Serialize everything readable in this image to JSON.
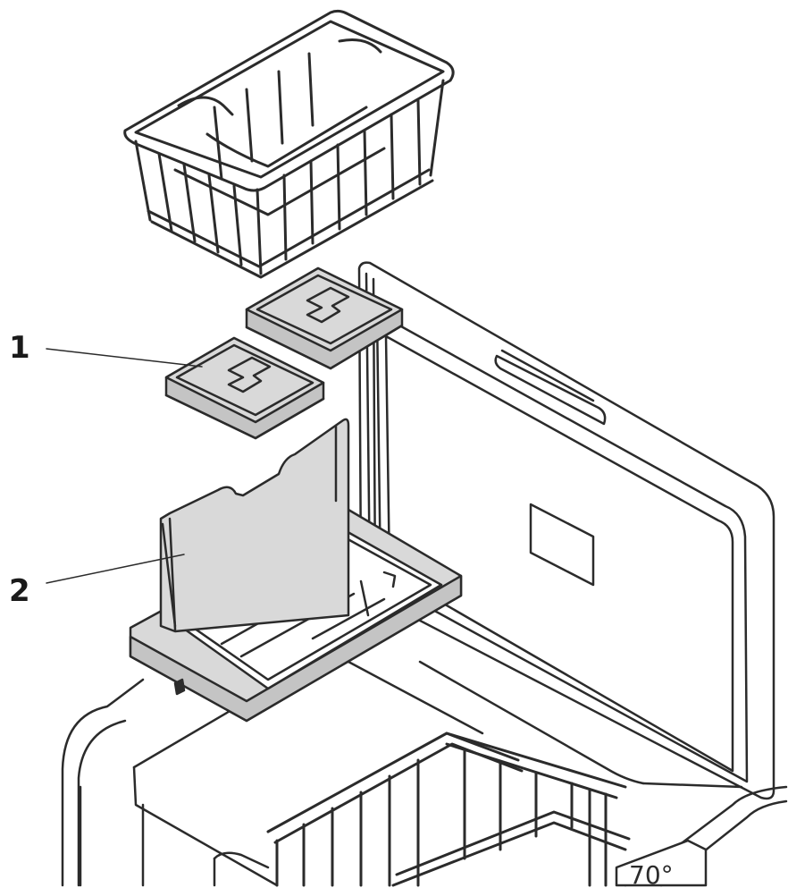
{
  "figure": {
    "callouts": [
      {
        "number": "1",
        "part": "cold-accumulator-plates"
      },
      {
        "number": "2",
        "part": "ice-tray-with-lid"
      }
    ],
    "display_text": "70°",
    "colors": {
      "line": "#2b2b2b",
      "part_fill": "#d9d9d9",
      "part_fill_dark": "#c4c4c4",
      "background": "#ffffff"
    },
    "icons": [
      "wire-basket",
      "freezer-chest",
      "open-lid",
      "accumulator-plate",
      "tray"
    ]
  }
}
